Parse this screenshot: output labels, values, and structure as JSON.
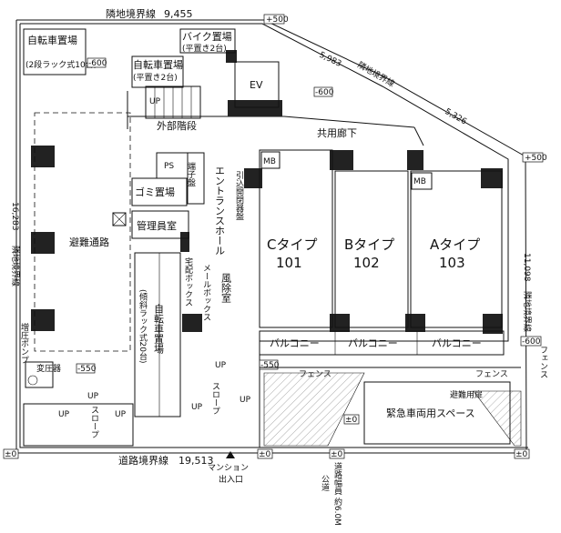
{
  "dimensions": {
    "top_boundary": "隣地境界線",
    "top_length": "9,455",
    "diag_length_1": "5,983",
    "diag_boundary": "隣地境界線",
    "diag_length_2": "5,326",
    "left_boundary": "隣地境界線",
    "left_length": "16,283",
    "right_boundary": "隣地境界線",
    "right_length": "11,098",
    "bottom_boundary": "道路境界線",
    "bottom_length": "19,513"
  },
  "levels": {
    "plus500_top": "+500",
    "plus500_right": "+500",
    "minus600_a": "-600",
    "minus600_b": "-600",
    "minus600_c": "-600",
    "minus550_a": "-550",
    "minus550_b": "-550",
    "zero_left": "±0",
    "zero_mid": "±0",
    "zero_road": "±0",
    "zero_emergency": "±0",
    "zero_right": "±0"
  },
  "rooms": {
    "bike_parking": "バイク置場",
    "bike_parking_note": "(平置き2台)",
    "bicycle_parking_1": "自転車置場",
    "bicycle_parking_1_note": "(2段ラック式10台)",
    "bicycle_parking_2": "自転車置場",
    "bicycle_parking_2_note": "(平置き2台)",
    "ev": "EV",
    "external_stairs": "外部階段",
    "shared_corridor": "共用廊下",
    "ps": "PS",
    "terminal_board": "端子盤",
    "garbage": "ゴミ置場",
    "manager_room": "管理員室",
    "entrance_hall": "エントランスホール",
    "pullout_board": "引込開閉器盤",
    "delivery_box": "宅配ボックス",
    "mail_box": "メールボックス",
    "windbreak_room": "風除室",
    "incline_bicycle": "自転車置場",
    "incline_bicycle_note": "(傾斜ラック式20台)",
    "evac_route": "避難通路",
    "booster_pump": "増圧ポンプ",
    "transformer": "変圧器",
    "emergency_space": "緊急車両用スペース",
    "evac_door": "避難用扉",
    "fence_1": "フェンス",
    "fence_2": "フェンス",
    "fence_3": "フェンス",
    "slope_1": "スロープ",
    "slope_2": "スロープ",
    "public_road": "公道",
    "road_width": "道路幅員 約6.0M",
    "mansion_entrance_1": "マンション",
    "mansion_entrance_2": "出入口"
  },
  "units": [
    {
      "type": "Cタイプ",
      "number": "101",
      "balcony": "バルコニー",
      "mb": "MB"
    },
    {
      "type": "Bタイプ",
      "number": "102",
      "balcony": "バルコニー",
      "mb": ""
    },
    {
      "type": "Aタイプ",
      "number": "103",
      "balcony": "バルコニー",
      "mb": "MB"
    }
  ],
  "markers": {
    "up": "UP"
  }
}
